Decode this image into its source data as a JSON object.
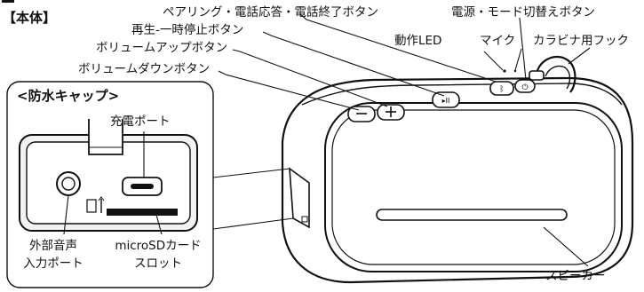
{
  "title": "【本体】",
  "cap_inset": {
    "title": "<防水キャップ>",
    "charge_port": "充電ポート",
    "audio_port_line1": "外部音声",
    "audio_port_line2": "入力ポート",
    "sd_slot_line1": "microSDカード",
    "sd_slot_line2": "スロット"
  },
  "callouts": {
    "pairing_call_button": "ペアリング・電話応答・電話終了ボタン",
    "power_mode_button": "電源・モード切替えボタン",
    "play_pause_button": "再生-一時停止ボタン",
    "volume_up_button": "ボリュームアップボタン",
    "volume_down_button": "ボリュームダウンボタン",
    "operation_led": "動作LED",
    "microphone": "マイク",
    "carabiner_hook": "カラビナ用フック",
    "speaker": "スピーカー"
  },
  "colors": {
    "line": "#111111",
    "panel": "#f2f2f2",
    "body": "#ffffff"
  },
  "icons": [
    "bluetooth-icon",
    "power-icon",
    "play-pause-icon",
    "minus-icon",
    "plus-icon"
  ]
}
